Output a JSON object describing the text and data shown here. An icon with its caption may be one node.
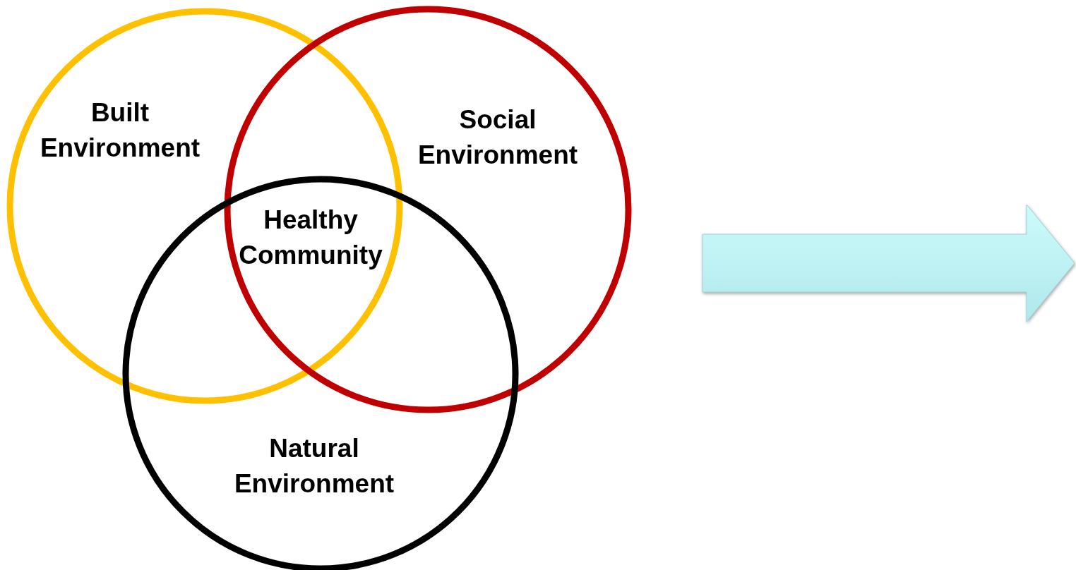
{
  "diagram": {
    "nodes": [
      {
        "text": [
          "Built Environment"
        ]
      },
      {
        "text": [
          "Social Environment"
        ]
      },
      {
        "text": [
          "Natural Environment"
        ]
      },
      {
        "text": [],
        "shape": "arrow"
      }
    ],
    "labels": [
      "Healthy Community"
    ]
  }
}
